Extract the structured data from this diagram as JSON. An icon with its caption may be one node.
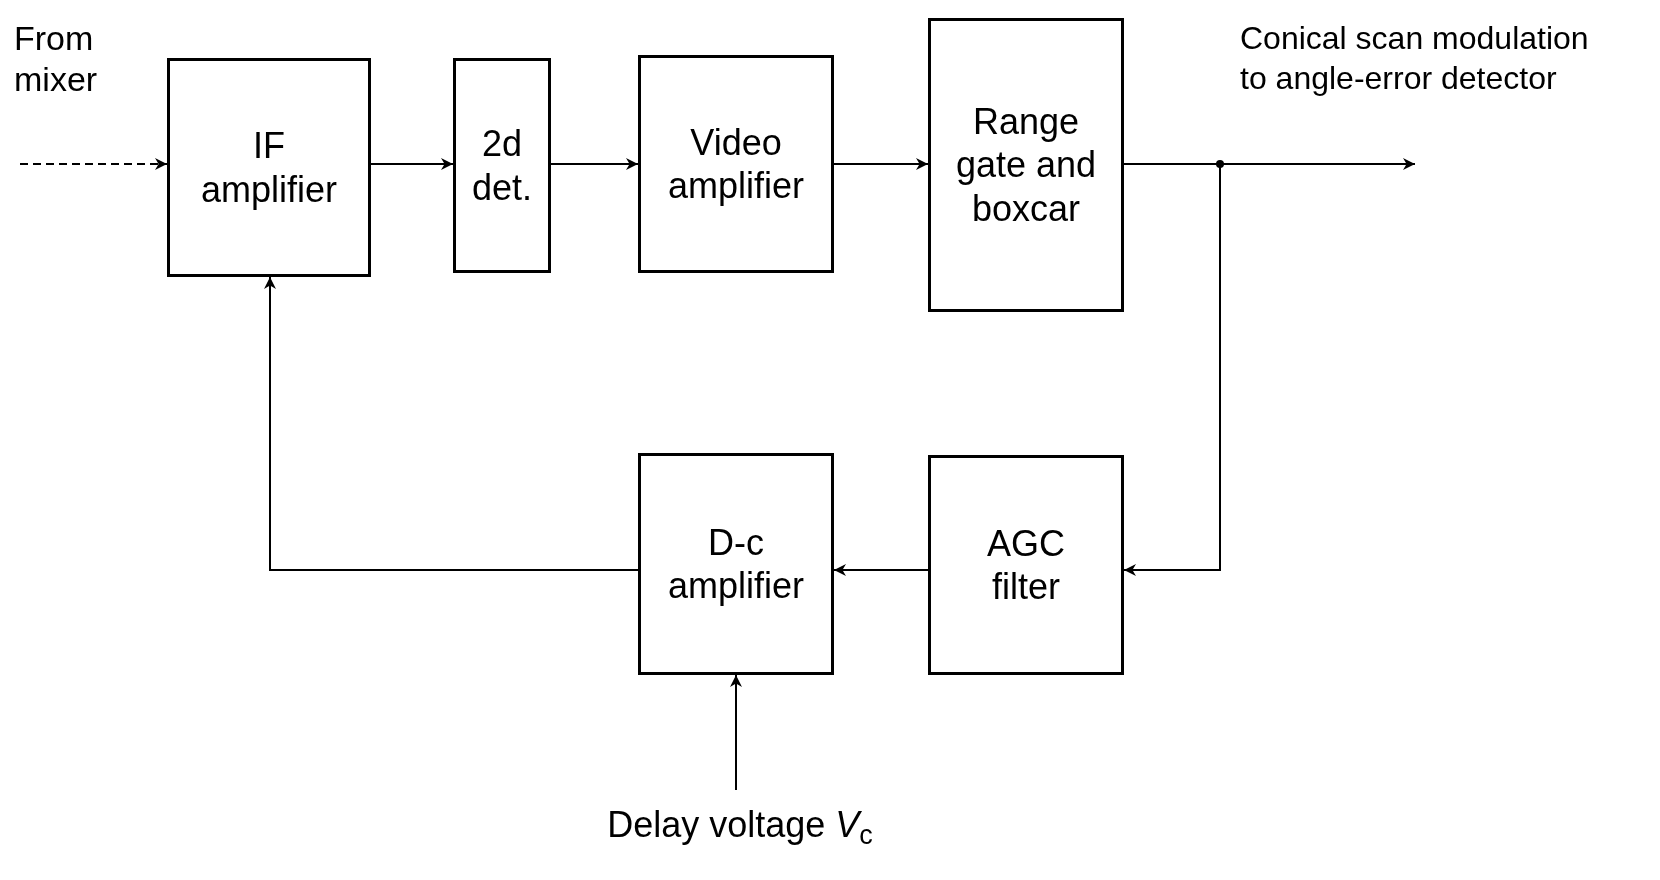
{
  "diagram": {
    "nodes": [
      {
        "text": [
          "IF amplifier"
        ]
      },
      {
        "text": [
          "2d det."
        ]
      },
      {
        "text": [
          "Video amplifier"
        ]
      },
      {
        "text": [
          "Range gate and boxcar"
        ]
      },
      {
        "text": [
          "AGC filter"
        ]
      },
      {
        "text": [
          "D-c amplifier"
        ]
      },
      {
        "text": [
          "Delay voltage *V*$_{c}$"
        ]
      }
    ],
    "edges": [
      {
        "from": null,
        "to": 0,
        "arrow": "to",
        "style": "dashed"
      },
      {
        "from": 0,
        "to": 1,
        "arrow": "to"
      },
      {
        "from": 1,
        "to": 2,
        "arrow": "to"
      },
      {
        "from": 2,
        "to": 3,
        "arrow": "to"
      },
      {
        "from": 3,
        "to": null,
        "arrow": "to",
        "label": "Conical scan modulation to angle-error detector"
      },
      {
        "from": 3,
        "to": 4,
        "arrow": "to"
      },
      {
        "from": 4,
        "to": 5,
        "arrow": "to"
      },
      {
        "from": 5,
        "to": 0,
        "arrow": "to"
      },
      {
        "from": 6,
        "to": 5,
        "arrow": "to"
      }
    ],
    "labels": [
      "From mixer"
    ]
  }
}
